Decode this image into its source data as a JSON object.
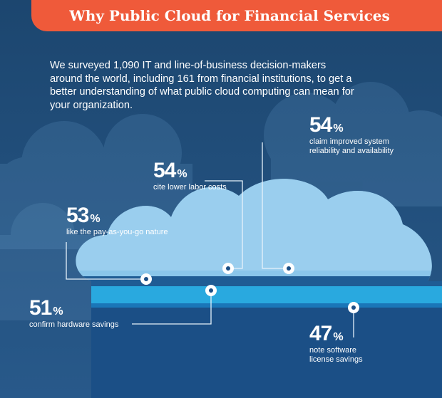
{
  "title": "Why Public Cloud for Financial Services",
  "intro": "We surveyed 1,090 IT and line-of-business decision-makers around the world, including 161 from financial institutions, to get a better understanding of what public cloud computing can mean for your organization.",
  "stats": [
    {
      "value": "54",
      "unit": "%",
      "caption_lines": [
        "claim improved system",
        "reliability and availability"
      ]
    },
    {
      "value": "54",
      "unit": "%",
      "caption_lines": [
        "cite lower labor costs"
      ]
    },
    {
      "value": "53",
      "unit": "%",
      "caption_lines": [
        "like the pay-as-you-go nature"
      ]
    },
    {
      "value": "51",
      "unit": "%",
      "caption_lines": [
        "confirm hardware savings"
      ]
    },
    {
      "value": "47",
      "unit": "%",
      "caption_lines": [
        "note software",
        "license savings"
      ]
    }
  ],
  "colors": {
    "banner": "#ef5a3a",
    "background": "#1d4a7a",
    "cloud_light": "#7dbde6",
    "band_bright": "#29a9df",
    "band_dark": "#1a4f86",
    "text": "#ffffff"
  }
}
